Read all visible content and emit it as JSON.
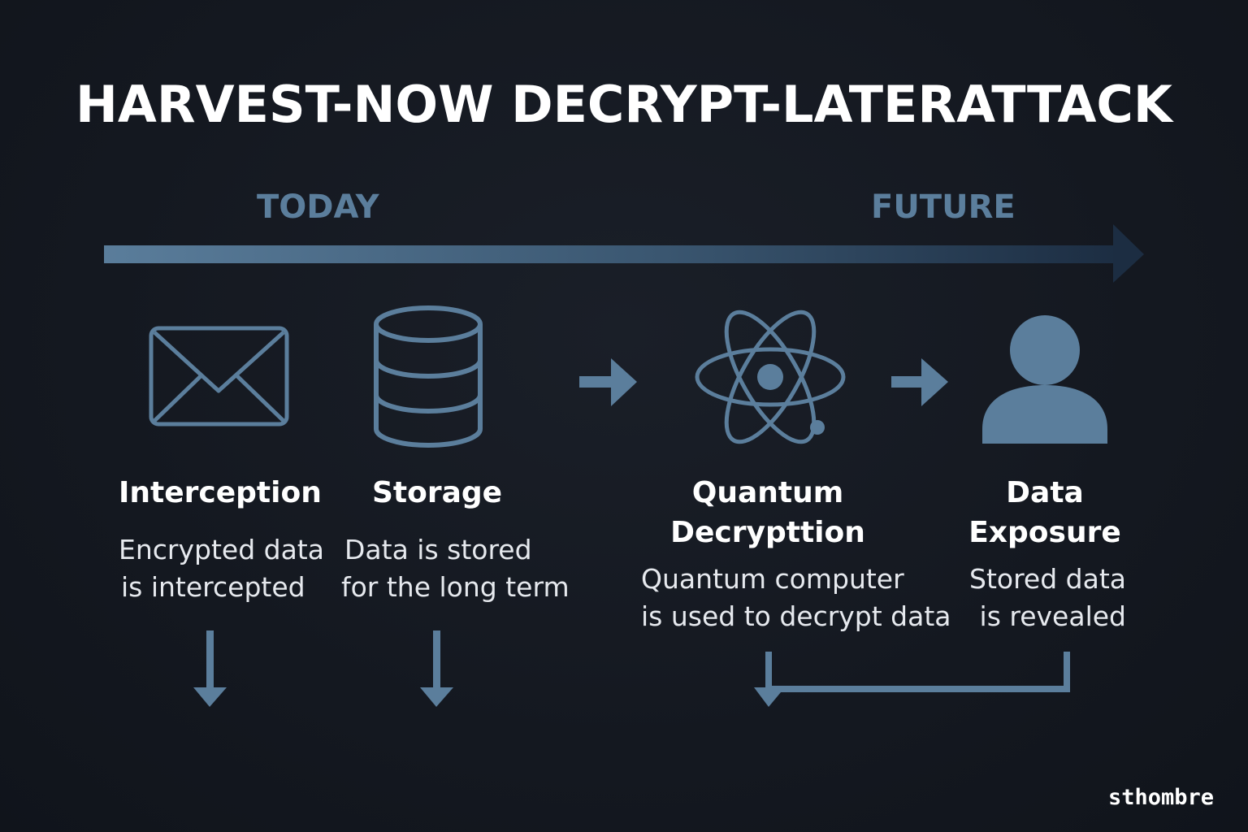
{
  "title": "HARVEST-NOW DECRYPT-LATERATTACK",
  "timeline": {
    "start_label": "TODAY",
    "end_label": "FUTURE"
  },
  "steps": [
    {
      "icon": "envelope-icon",
      "title": "Interception",
      "description": [
        "Encrypted data",
        "is intercepted"
      ]
    },
    {
      "icon": "database-icon",
      "title": "Storage",
      "description": [
        "Data is stored",
        "for the long term"
      ]
    },
    {
      "icon": "atom-icon",
      "title": [
        "Quantum",
        "Decrypttion"
      ],
      "description": [
        "Quantum computer",
        "is used to decrypt data"
      ]
    },
    {
      "icon": "user-icon",
      "title": [
        "Data",
        "Exposure"
      ],
      "description": [
        "Stored data",
        "is revealed"
      ]
    }
  ],
  "brand": "sthombre",
  "colors": {
    "background": "#131821",
    "accent": "#5b7e9c",
    "text": "#ffffff"
  }
}
